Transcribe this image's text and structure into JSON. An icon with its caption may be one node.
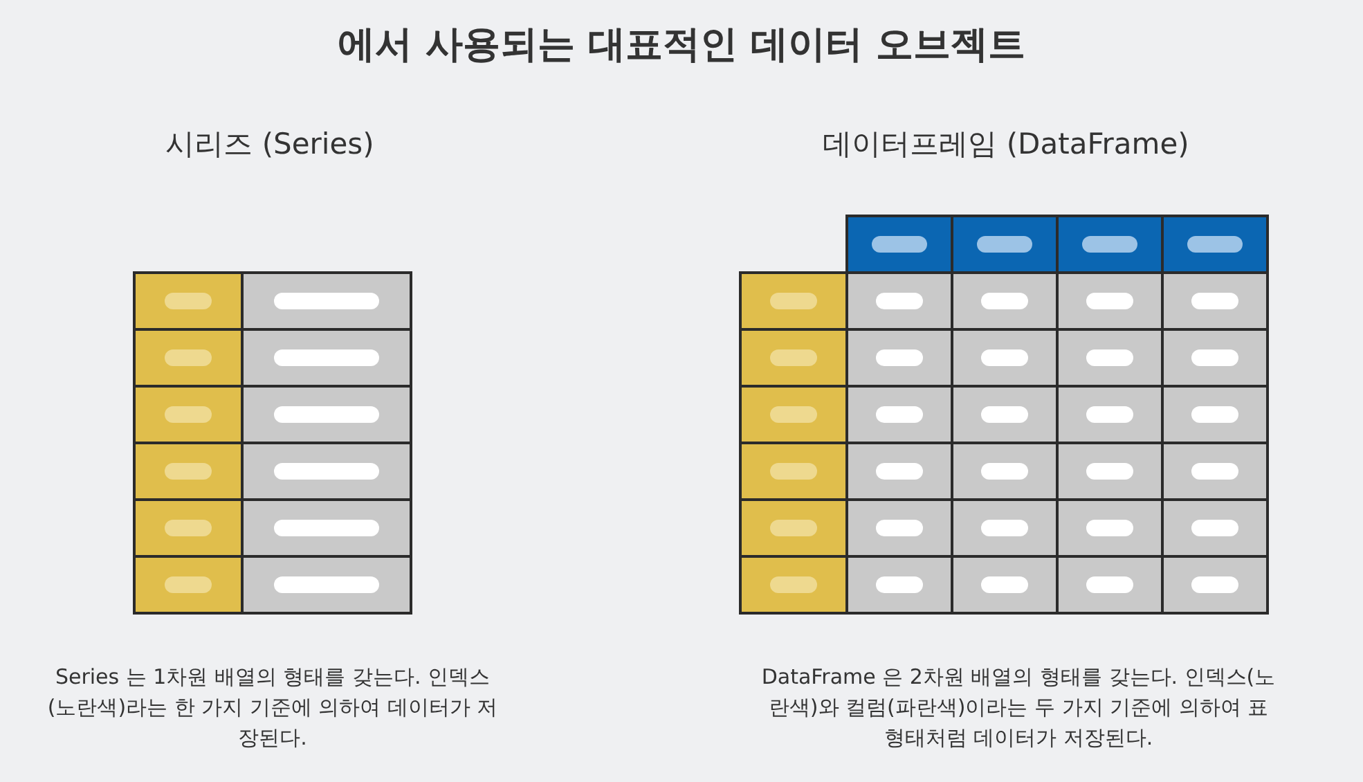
{
  "diagram": {
    "title": "에서 사용되는 대표적인 데이터 오브젝트",
    "labels": [
      "시리즈 (Series)",
      "데이터프레임 (DataFrame)",
      "Series 는 1차원 배열의 형태를 갖는다. 인덱스(노란색)라는 한 가지 기준에 의하여 데이터가 저장된다.",
      "DataFrame 은 2차원 배열의 형태를 갖는다. 인덱스(노란색)와 컬럼(파란색)이라는 두 가지 기준에 의하여 표 형태처럼 데이터가 저장된다."
    ]
  }
}
